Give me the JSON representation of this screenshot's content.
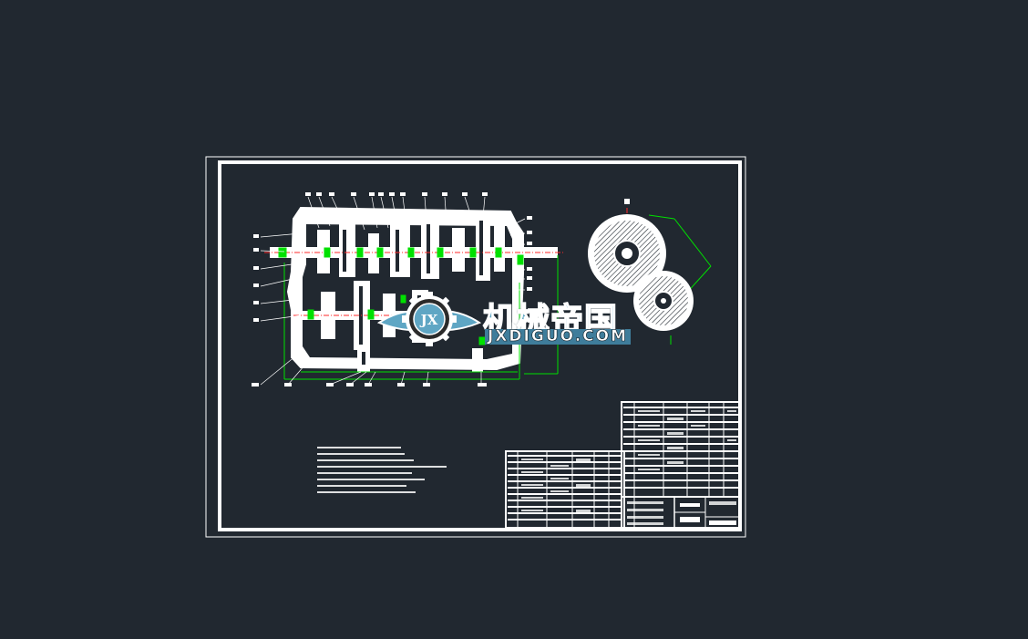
{
  "drawing": {
    "background_color": "#212830",
    "line_color": "#ffffff",
    "dimension_color": "#00e000",
    "centerline_color": "#ff2a2a"
  },
  "watermark": {
    "badge_letters": "JX",
    "name_cn": "机械帝国",
    "site": "JXDIGUO.COM"
  }
}
